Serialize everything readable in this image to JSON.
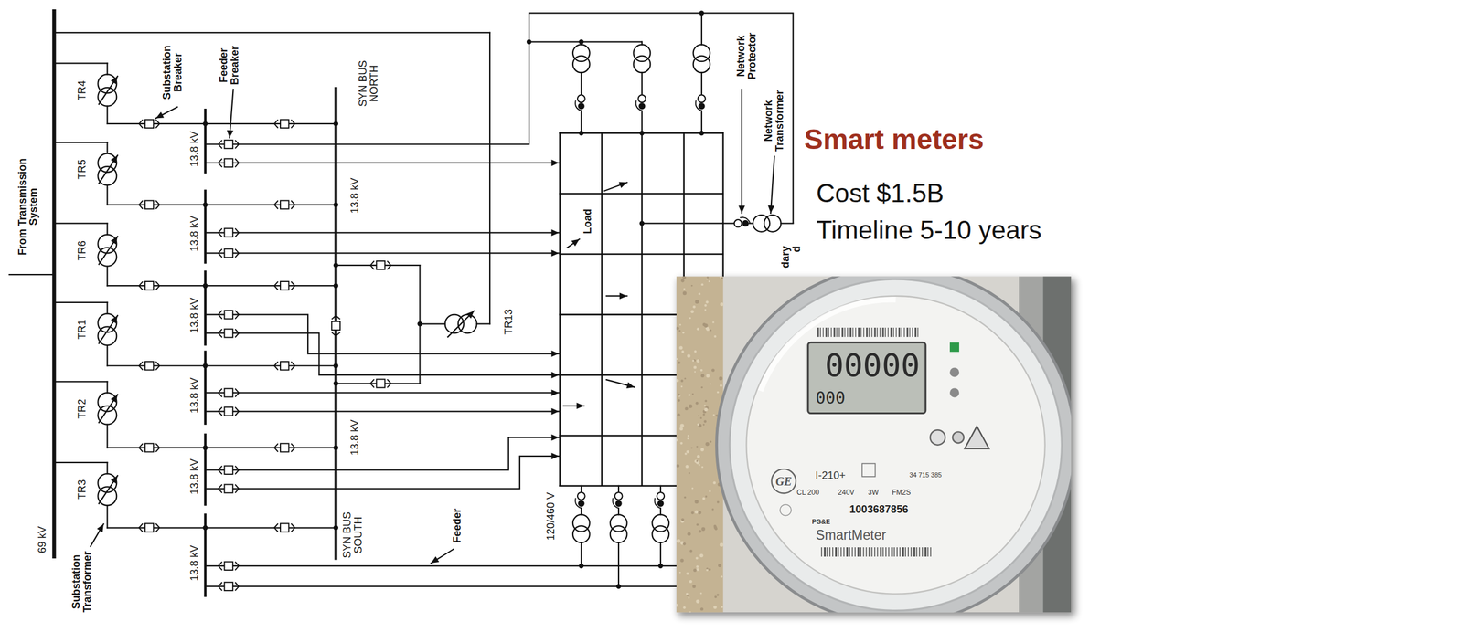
{
  "diagram": {
    "title": "Smart meters",
    "labels": [
      "From Transmission System",
      "TR4",
      "TR5",
      "TR6",
      "TR1",
      "TR2",
      "TR3",
      "69 kV",
      "Substation Transformer",
      "Substation Breaker",
      "Feeder Breaker",
      "13.8 kV",
      "13.8 kV",
      "13.8 kV",
      "13.8 kV",
      "13.8 kV",
      "13.8 kV",
      "SYN BUS NORTH",
      "13.8 kV",
      "13.8 kV",
      "SYN BUS SOUTH",
      "TR13",
      "Feeder",
      "120/460 V",
      "Load",
      "Network Protector",
      "Network Transformer",
      "dary d",
      "Cost $1.5B",
      "Timeline 5-10 years",
      "00000",
      "000",
      "GE",
      "I-210+",
      "CL 200",
      "240V",
      "3W",
      "FM2S",
      "34 715 385",
      "1003687856",
      "PG&E",
      "SmartMeter"
    ]
  }
}
